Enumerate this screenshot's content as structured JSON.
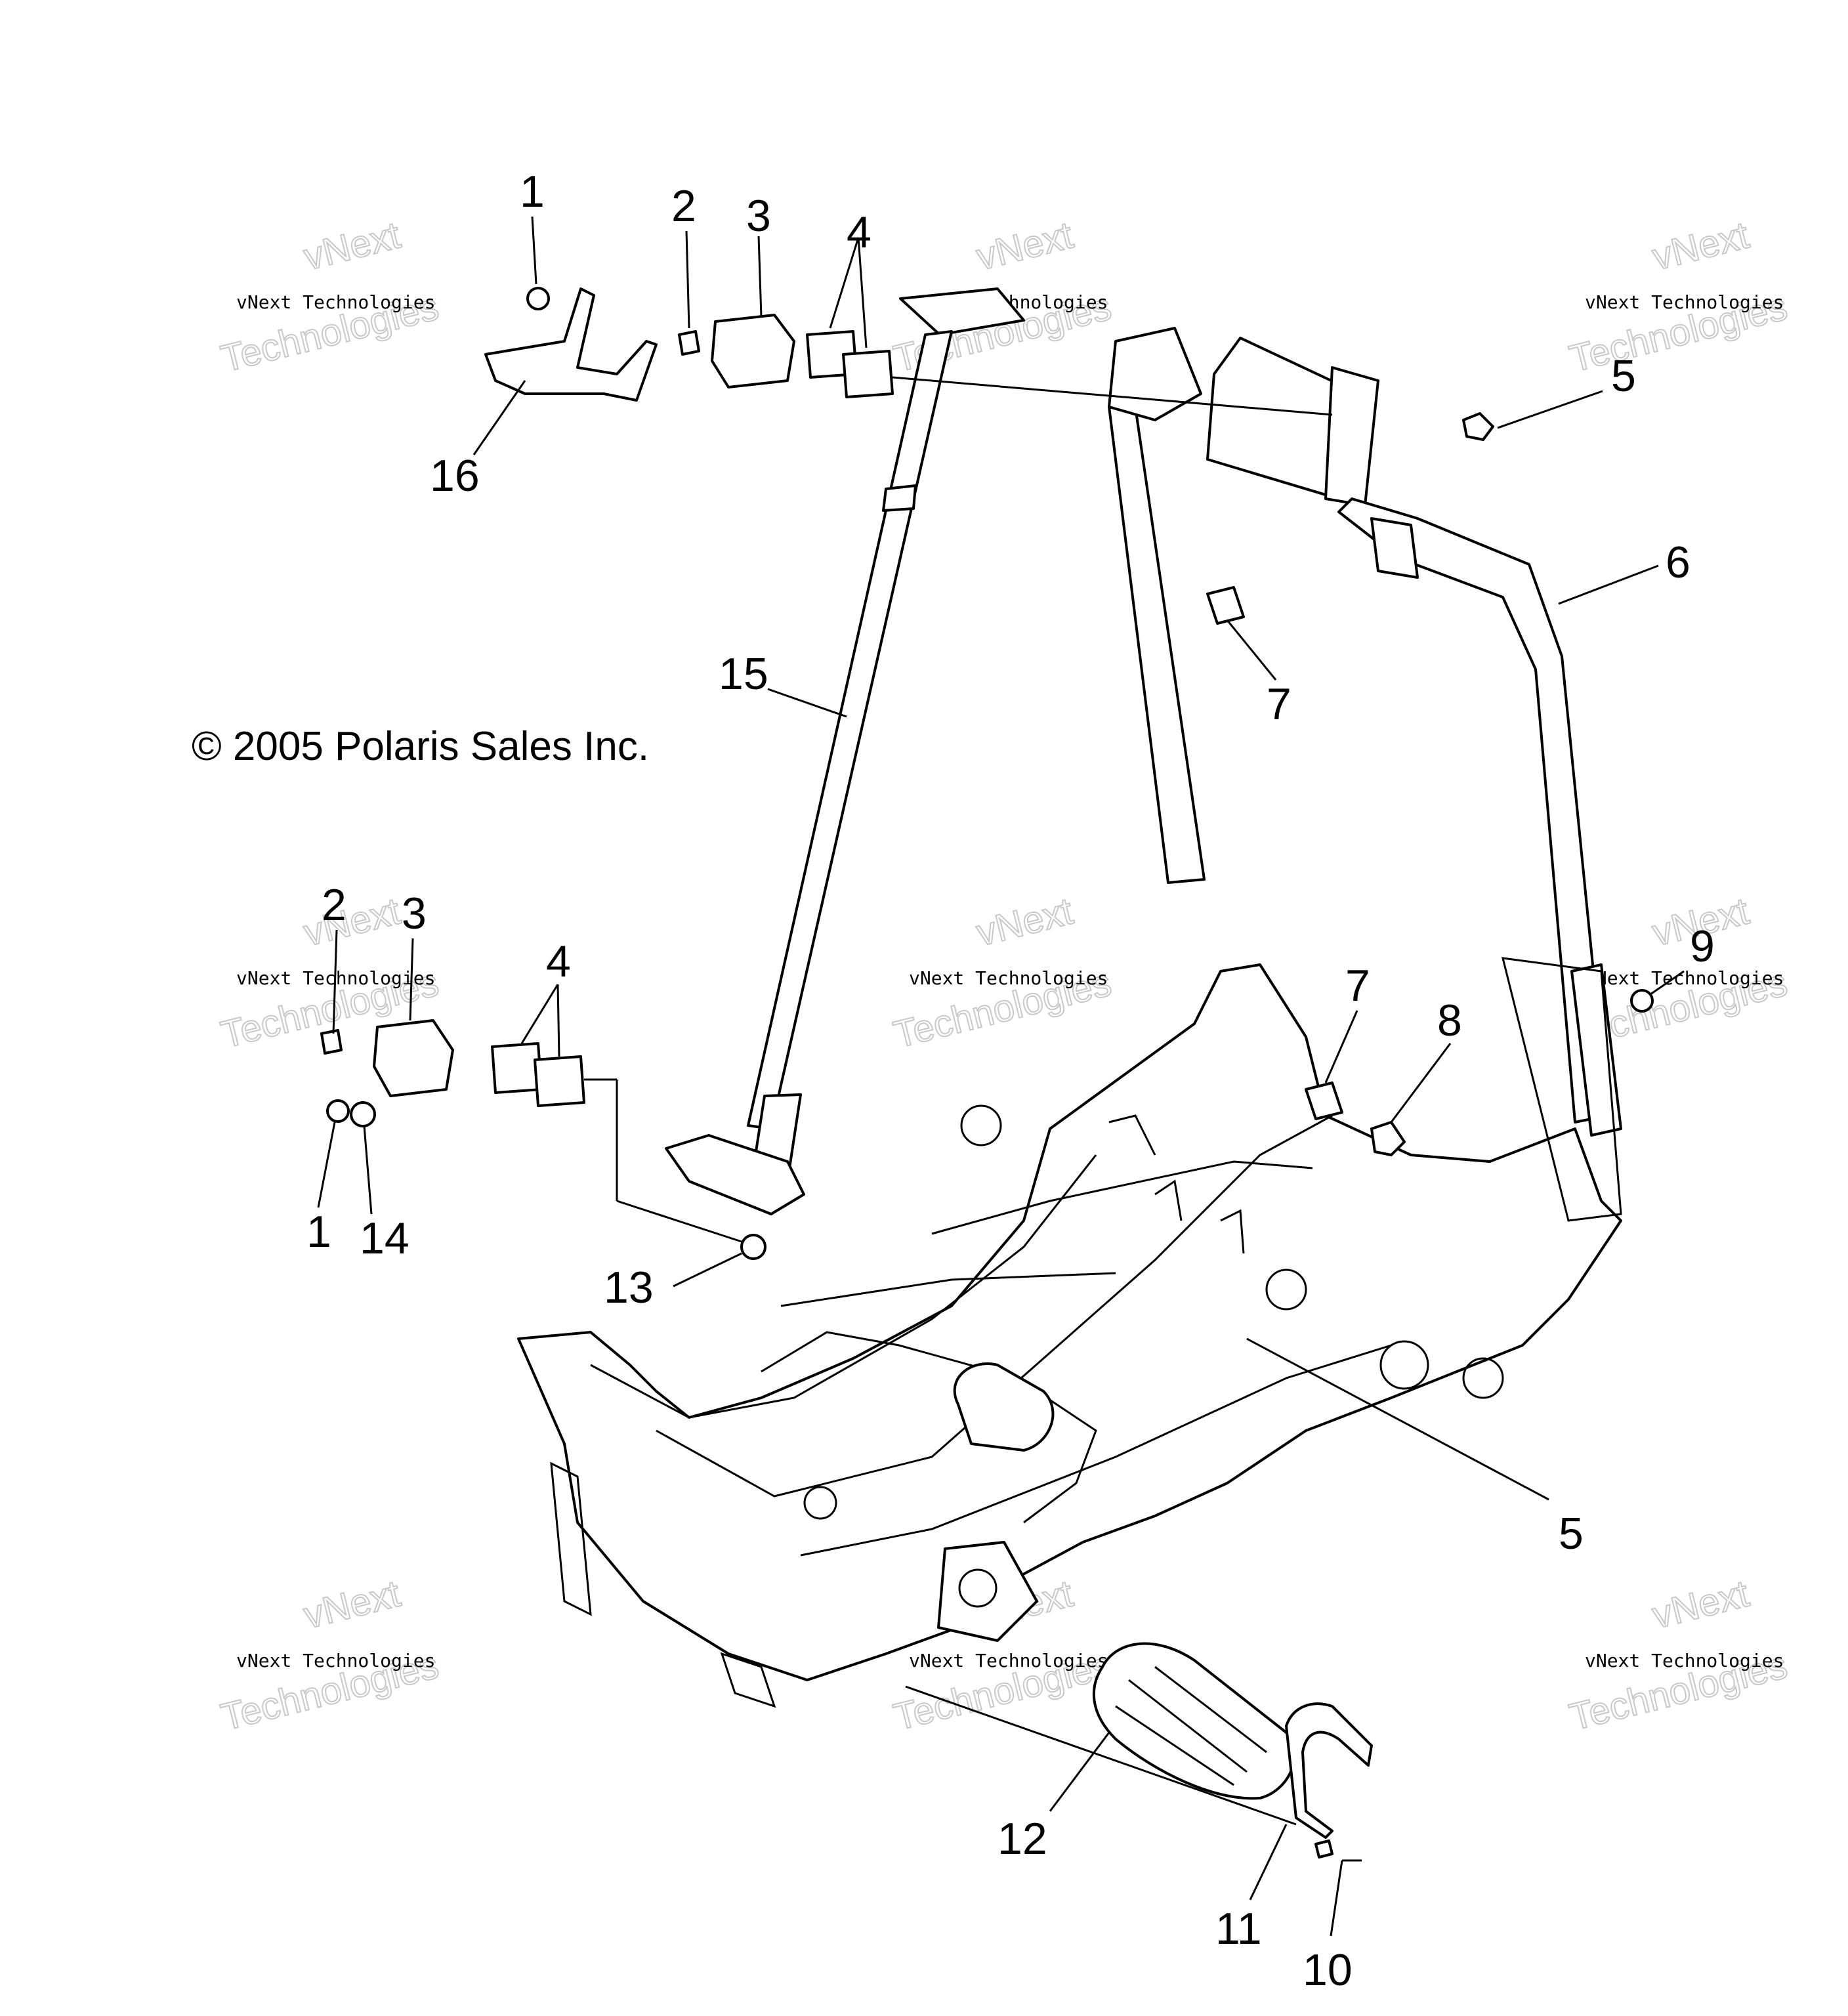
{
  "copyright": "© 2005 Polaris Sales Inc.",
  "watermark": {
    "line1": "vNext Technologies",
    "line2": "vNext",
    "line3": "Technologies"
  },
  "callouts": [
    {
      "id": "c1a",
      "label": "1"
    },
    {
      "id": "c2a",
      "label": "2"
    },
    {
      "id": "c3a",
      "label": "3"
    },
    {
      "id": "c4a",
      "label": "4"
    },
    {
      "id": "c5a",
      "label": "5"
    },
    {
      "id": "c6",
      "label": "6"
    },
    {
      "id": "c7a",
      "label": "7"
    },
    {
      "id": "c15",
      "label": "15"
    },
    {
      "id": "c16",
      "label": "16"
    },
    {
      "id": "c2b",
      "label": "2"
    },
    {
      "id": "c3b",
      "label": "3"
    },
    {
      "id": "c4b",
      "label": "4"
    },
    {
      "id": "c1b",
      "label": "1"
    },
    {
      "id": "c14",
      "label": "14"
    },
    {
      "id": "c13",
      "label": "13"
    },
    {
      "id": "c7b",
      "label": "7"
    },
    {
      "id": "c8",
      "label": "8"
    },
    {
      "id": "c9",
      "label": "9"
    },
    {
      "id": "c5b",
      "label": "5"
    },
    {
      "id": "c12",
      "label": "12"
    },
    {
      "id": "c11",
      "label": "11"
    },
    {
      "id": "c10",
      "label": "10"
    }
  ]
}
